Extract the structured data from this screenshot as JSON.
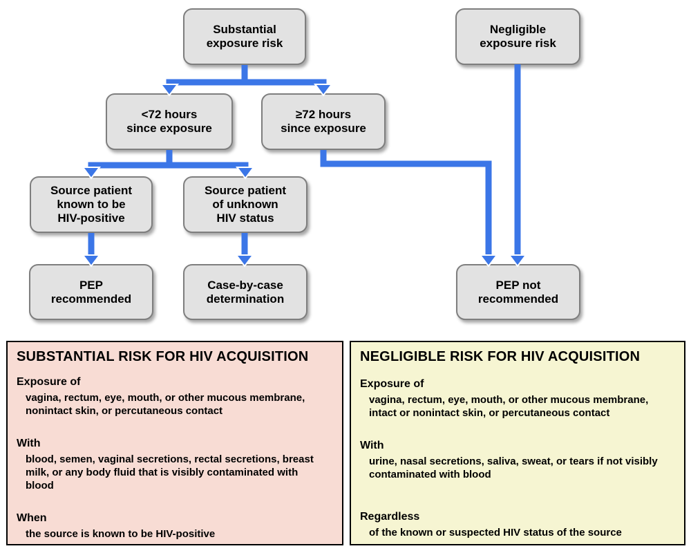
{
  "colors": {
    "arrow": "#3b76e7",
    "node_fill": "#e2e2e2",
    "node_border": "#7e7e7e",
    "panel_substantial_bg": "#f8dcd4",
    "panel_negligible_bg": "#f6f5d2",
    "panel_border": "#000000",
    "text": "#000000"
  },
  "flowchart": {
    "nodes": [
      {
        "id": "substantial-exposure-risk",
        "label": "Substantial\nexposure risk"
      },
      {
        "id": "negligible-exposure-risk",
        "label": "Negligible\nexposure risk"
      },
      {
        "id": "lt72-hours",
        "label": "<72 hours\nsince exposure"
      },
      {
        "id": "ge72-hours",
        "label": "≥72 hours\nsince exposure"
      },
      {
        "id": "source-known-hiv-positive",
        "label": "Source patient\nknown to be\nHIV-positive"
      },
      {
        "id": "source-unknown-hiv-status",
        "label": "Source patient\nof unknown\nHIV status"
      },
      {
        "id": "pep-recommended",
        "label": "PEP\nrecommended"
      },
      {
        "id": "case-by-case-determination",
        "label": "Case-by-case\ndetermination"
      },
      {
        "id": "pep-not-recommended",
        "label": "PEP not\nrecommended"
      }
    ],
    "edges": [
      {
        "from": "substantial-exposure-risk",
        "to": "lt72-hours"
      },
      {
        "from": "substantial-exposure-risk",
        "to": "ge72-hours"
      },
      {
        "from": "lt72-hours",
        "to": "source-known-hiv-positive"
      },
      {
        "from": "lt72-hours",
        "to": "source-unknown-hiv-status"
      },
      {
        "from": "source-known-hiv-positive",
        "to": "pep-recommended"
      },
      {
        "from": "source-unknown-hiv-status",
        "to": "case-by-case-determination"
      },
      {
        "from": "ge72-hours",
        "to": "pep-not-recommended"
      },
      {
        "from": "negligible-exposure-risk",
        "to": "pep-not-recommended"
      }
    ]
  },
  "panels": [
    {
      "id": "substantial-risk",
      "title": "SUBSTANTIAL RISK FOR HIV ACQUISITION",
      "sections": [
        {
          "heading": "Exposure of",
          "body": "vagina, rectum, eye, mouth, or other mucous membrane,\nnonintact skin, or percutaneous contact"
        },
        {
          "heading": "With",
          "body": "blood, semen, vaginal secretions, rectal secretions, breast\nmilk, or any body fluid that is visibly contaminated with\nblood"
        },
        {
          "heading": "When",
          "body": "the source is known to be HIV-positive"
        }
      ]
    },
    {
      "id": "negligible-risk",
      "title": "NEGLIGIBLE RISK FOR HIV ACQUISITION",
      "sections": [
        {
          "heading": "Exposure of",
          "body": "vagina, rectum, eye, mouth, or other mucous membrane,\nintact or nonintact skin, or percutaneous contact"
        },
        {
          "heading": "With",
          "body": "urine, nasal secretions, saliva, sweat, or tears if not visibly\ncontaminated with blood"
        },
        {
          "heading": "Regardless",
          "body": "of the known or suspected HIV status of the source"
        }
      ]
    }
  ]
}
